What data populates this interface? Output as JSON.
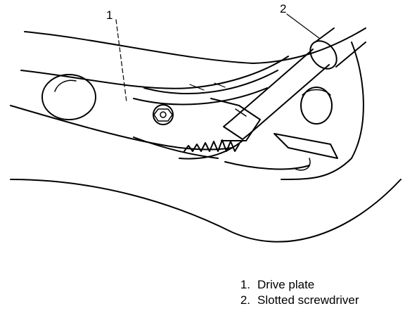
{
  "callouts": [
    {
      "number": "1"
    },
    {
      "number": "2"
    }
  ],
  "legend": [
    {
      "number": "1.",
      "label": "Drive plate"
    },
    {
      "number": "2.",
      "label": "Slotted screwdriver"
    }
  ]
}
